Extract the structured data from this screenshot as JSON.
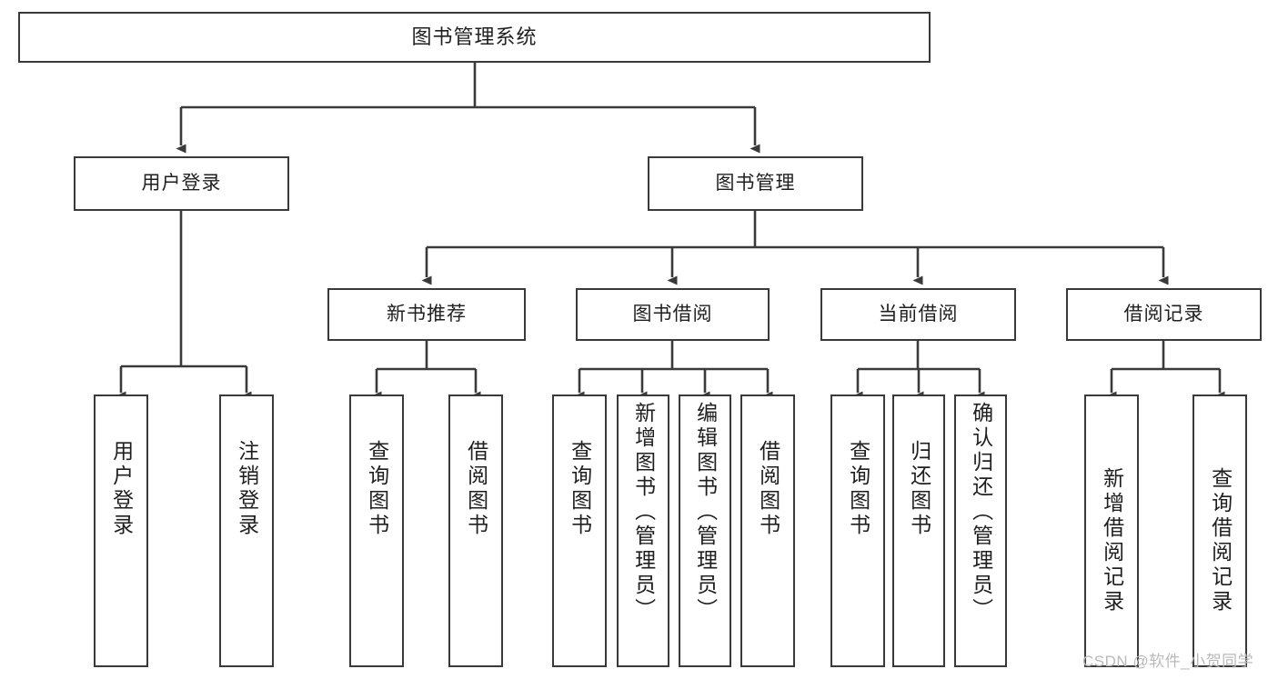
{
  "diagram": {
    "title": "图书管理系统",
    "type": "hierarchy-tree",
    "root": {
      "id": "root",
      "label": "图书管理系统"
    },
    "level2": [
      {
        "id": "user-login",
        "label": "用户登录"
      },
      {
        "id": "book-mgmt",
        "label": "图书管理"
      }
    ],
    "level3": [
      {
        "id": "new-book-rec",
        "label": "新书推荐",
        "parent": "book-mgmt"
      },
      {
        "id": "book-borrow",
        "label": "图书借阅",
        "parent": "book-mgmt"
      },
      {
        "id": "current-borrow",
        "label": "当前借阅",
        "parent": "book-mgmt"
      },
      {
        "id": "borrow-record",
        "label": "借阅记录",
        "parent": "book-mgmt"
      }
    ],
    "leaves": [
      {
        "id": "leaf-user-login",
        "label": "用户登录",
        "parent": "user-login"
      },
      {
        "id": "leaf-logout",
        "label": "注销登录",
        "parent": "user-login"
      },
      {
        "id": "leaf-query-book-1",
        "label": "查询图书",
        "parent": "new-book-rec"
      },
      {
        "id": "leaf-borrow-book-1",
        "label": "借阅图书",
        "parent": "new-book-rec"
      },
      {
        "id": "leaf-query-book-2",
        "label": "查询图书",
        "parent": "book-borrow"
      },
      {
        "id": "leaf-add-book",
        "label": "新增图书（管理员）",
        "parent": "book-borrow"
      },
      {
        "id": "leaf-edit-book",
        "label": "编辑图书（管理员）",
        "parent": "book-borrow"
      },
      {
        "id": "leaf-borrow-book-2",
        "label": "借阅图书",
        "parent": "book-borrow"
      },
      {
        "id": "leaf-query-book-3",
        "label": "查询图书",
        "parent": "current-borrow"
      },
      {
        "id": "leaf-return-book",
        "label": "归还图书",
        "parent": "current-borrow"
      },
      {
        "id": "leaf-confirm-return",
        "label": "确认归还（管理员）",
        "parent": "current-borrow"
      },
      {
        "id": "leaf-add-record",
        "label": "新增借阅记录",
        "parent": "borrow-record"
      },
      {
        "id": "leaf-query-record",
        "label": "查询借阅记录",
        "parent": "borrow-record"
      }
    ],
    "colors": {
      "stroke": "#3a3a3a",
      "fill": "#ffffff",
      "text": "#1f1f1f",
      "watermark": "#b9b9b9"
    }
  },
  "watermark": {
    "text": "CSDN @软件_小贺同学"
  }
}
